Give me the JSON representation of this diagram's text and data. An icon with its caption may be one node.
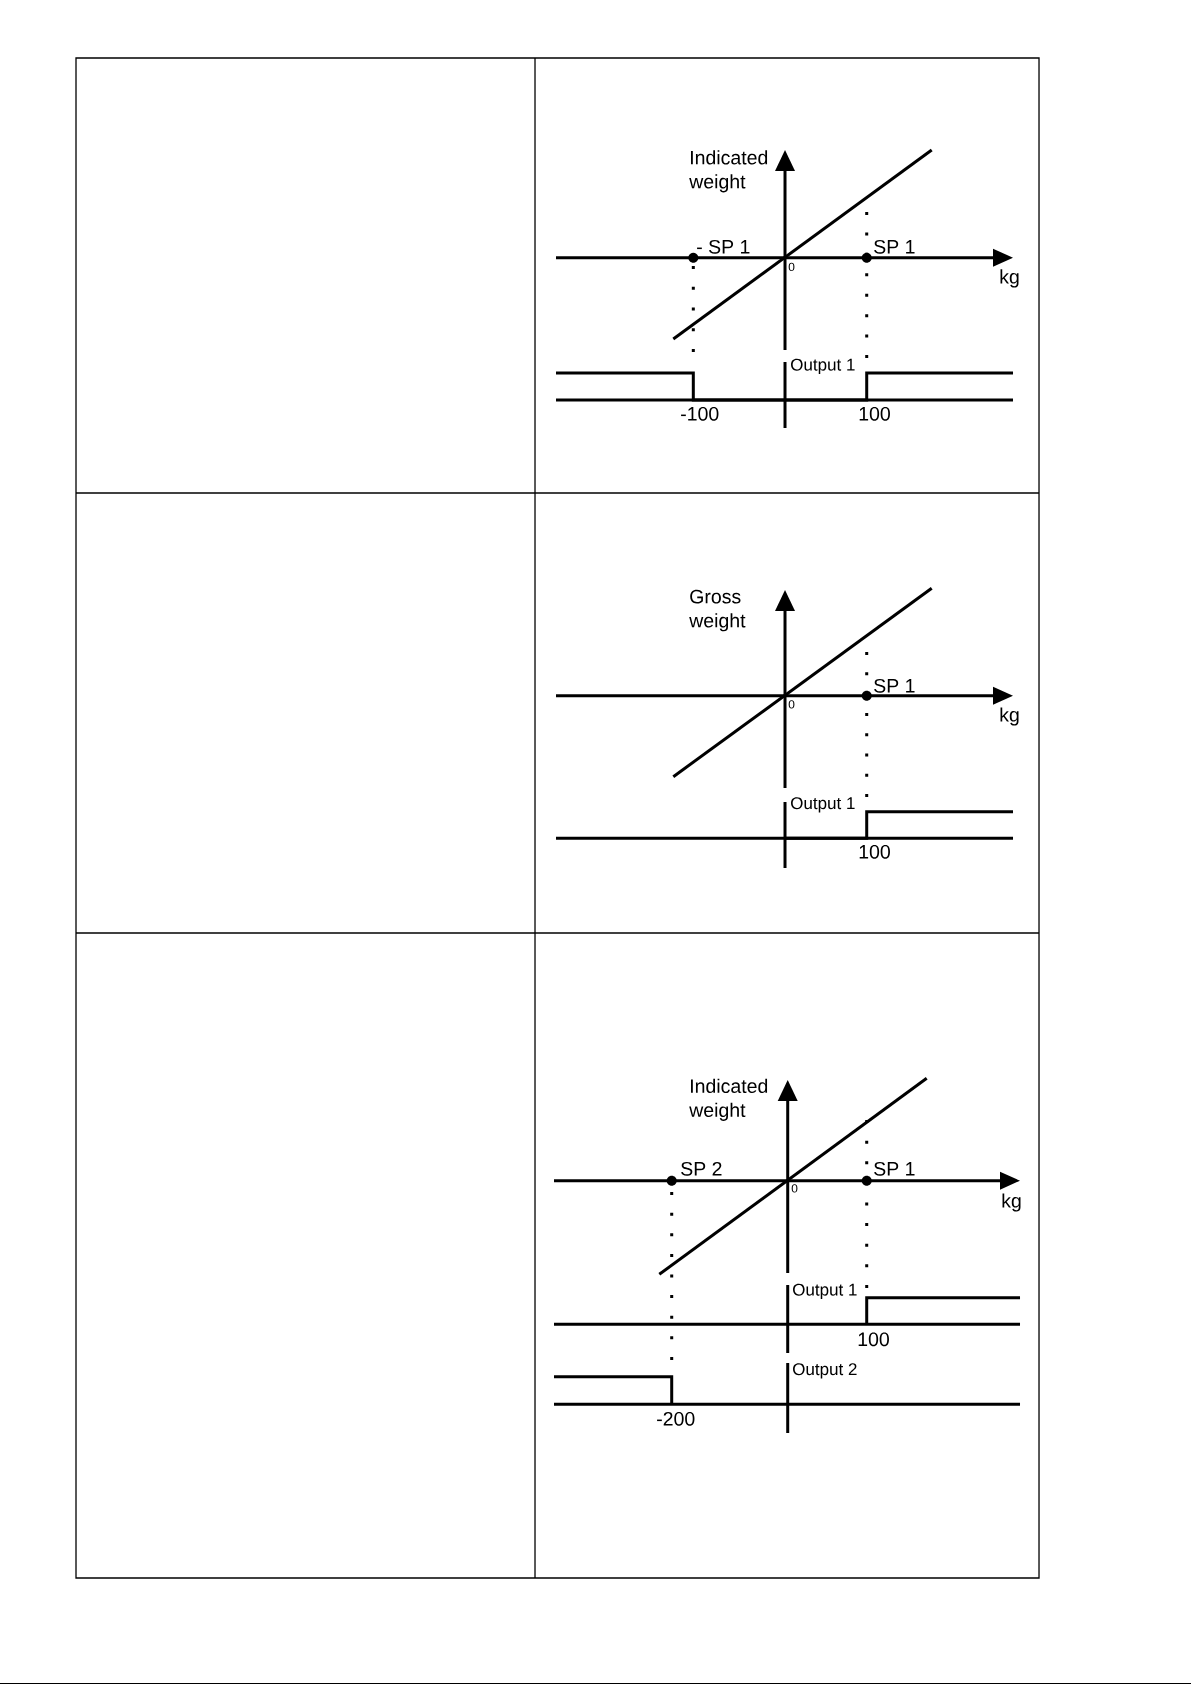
{
  "diagram": {
    "labels": [
      "Indicated weight",
      "- SP 1",
      "SP 1",
      "0",
      "kg",
      "Output 1",
      "-100",
      "100",
      "Gross weight",
      "SP 1",
      "0",
      "kg",
      "Output 1",
      "100",
      "Indicated weight",
      "SP 2",
      "SP 1",
      "0",
      "kg",
      "Output 1",
      "100",
      "Output 2",
      "-200"
    ]
  }
}
